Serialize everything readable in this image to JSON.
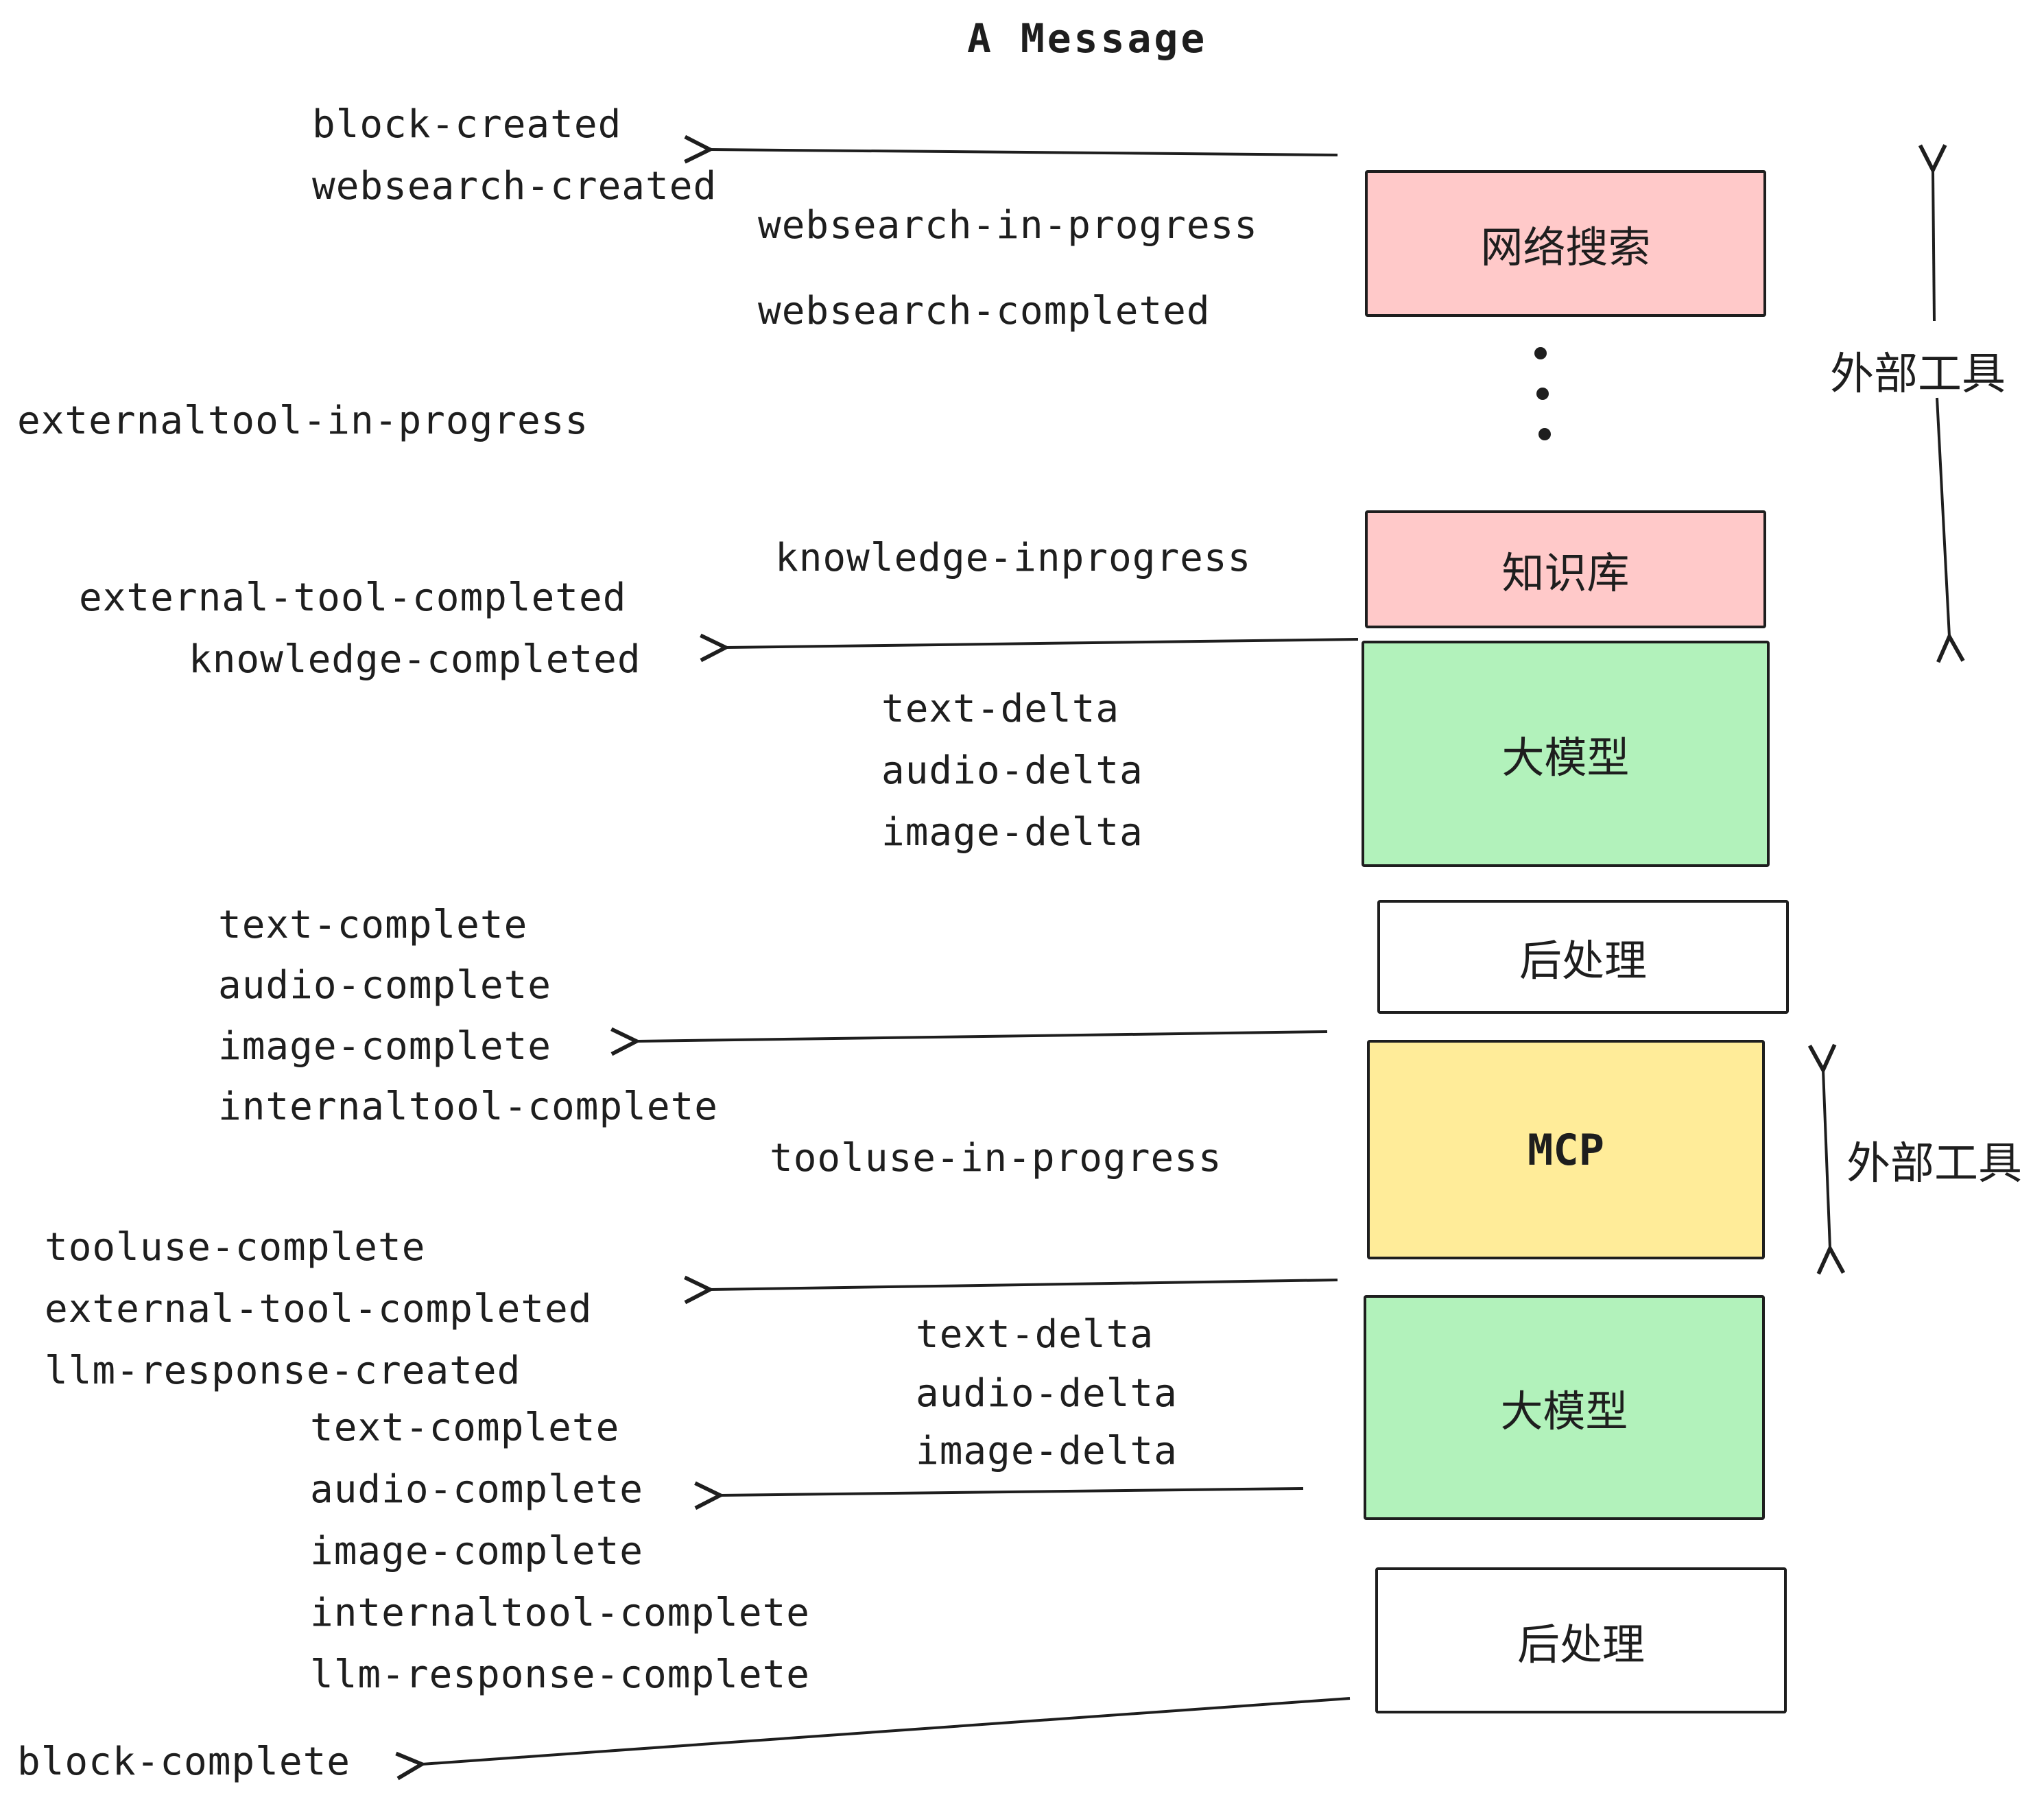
{
  "title": "A Message",
  "colors": {
    "ink": "#1e1e1e",
    "pink": "#ffc9c9",
    "green": "#b2f2bb",
    "yellow": "#ffec99",
    "white": "#ffffff"
  },
  "events": [
    {
      "text": "block-created"
    },
    {
      "text": "websearch-created"
    },
    {
      "text": "websearch-in-progress"
    },
    {
      "text": "websearch-completed"
    },
    {
      "text": "externaltool-in-progress"
    },
    {
      "text": "knowledge-inprogress"
    },
    {
      "text": "external-tool-completed"
    },
    {
      "text": "knowledge-completed"
    },
    {
      "text": "text-delta"
    },
    {
      "text": "audio-delta"
    },
    {
      "text": "image-delta"
    },
    {
      "text": "text-complete"
    },
    {
      "text": "audio-complete"
    },
    {
      "text": "image-complete"
    },
    {
      "text": "internaltool-complete"
    },
    {
      "text": "tooluse-in-progress"
    },
    {
      "text": "tooluse-complete"
    },
    {
      "text": "external-tool-completed"
    },
    {
      "text": "llm-response-created"
    },
    {
      "text": "text-complete"
    },
    {
      "text": "audio-complete"
    },
    {
      "text": "image-complete"
    },
    {
      "text": "internaltool-complete"
    },
    {
      "text": "llm-response-complete"
    },
    {
      "text": "block-complete"
    },
    {
      "text": "text-delta"
    },
    {
      "text": "audio-delta"
    },
    {
      "text": "image-delta"
    }
  ],
  "boxes": [
    {
      "label": "网络搜索"
    },
    {
      "label": "知识库"
    },
    {
      "label": "大模型"
    },
    {
      "label": "后处理"
    },
    {
      "label": "MCP"
    },
    {
      "label": "大模型"
    },
    {
      "label": "后处理"
    }
  ],
  "side_labels": [
    {
      "text": "外部工具"
    },
    {
      "text": "外部工具"
    }
  ]
}
